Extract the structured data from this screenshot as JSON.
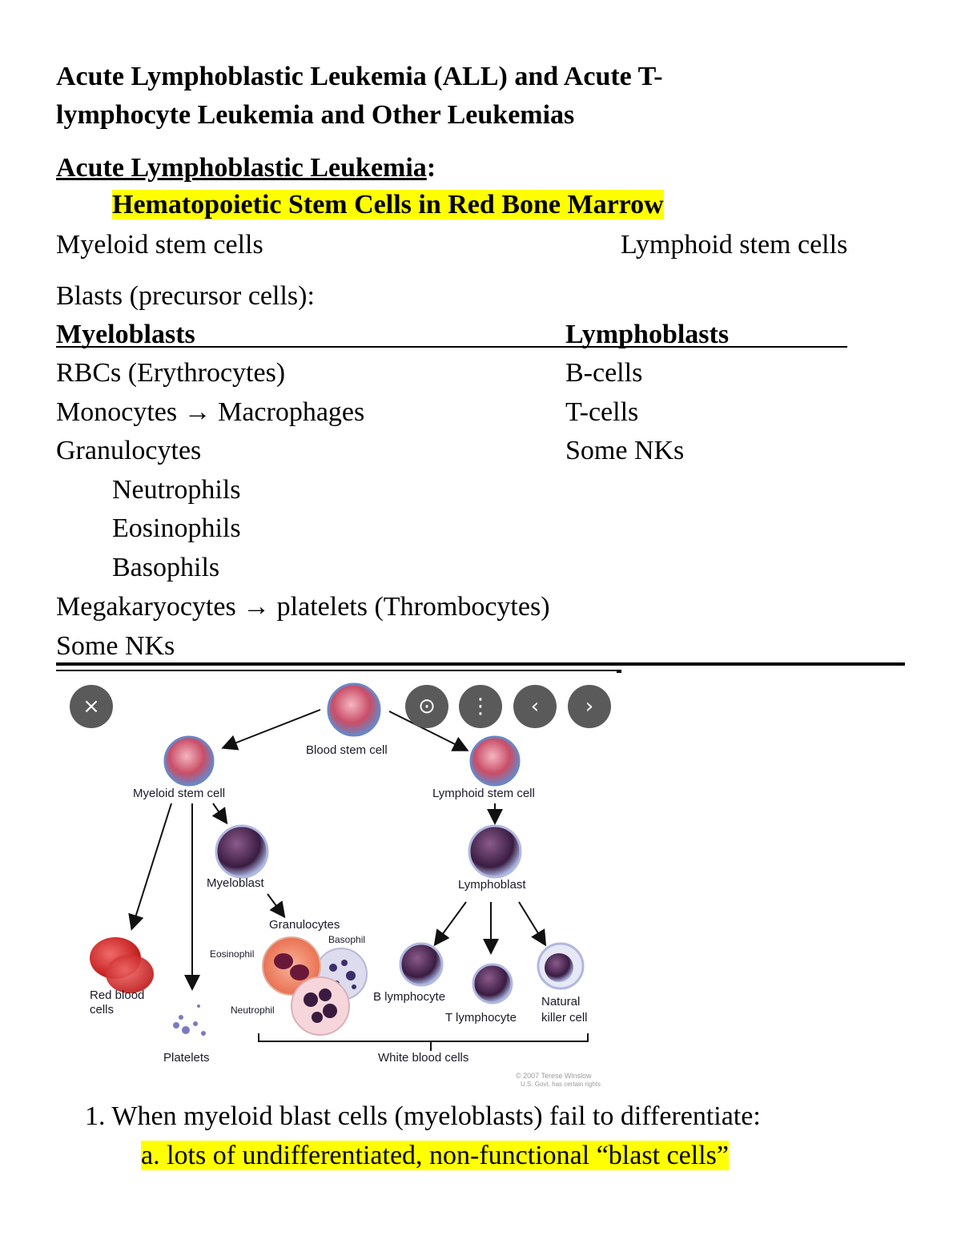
{
  "doc": {
    "title_line1": "Acute Lymphoblastic Leukemia (ALL) and Acute T-",
    "title_line2": "lymphocyte Leukemia and Other Leukemias",
    "section_heading": "Acute Lymphoblastic Leukemia",
    "section_heading_colon": ":",
    "highlight_heading": "Hematopoietic Stem Cells in Red Bone Marrow",
    "myeloid_stem": "Myeloid stem cells",
    "lymphoid_stem": "Lymphoid stem cells",
    "blasts_label": "Blasts (precursor cells):",
    "myeloblasts_header": "Myeloblasts",
    "lymphoblasts_header": "Lymphoblasts",
    "myeloid_items": [
      "RBCs (Erythrocytes)",
      "Monocytes → Macrophages",
      "Granulocytes",
      "Neutrophils",
      "Eosinophils",
      "Basophils",
      "Megakaryocytes → platelets (Thrombocytes)",
      "Some NKs"
    ],
    "lymphoid_items": [
      "B-cells",
      "T-cells",
      "Some NKs"
    ],
    "numbered_item": "1. When myeloid blast cells (myeloblasts) fail to differentiate:",
    "sub_item": "a. lots of undifferentiated, non-functional “blast cells”"
  },
  "figure": {
    "toolbar": {
      "close": "×",
      "lens": "⊙",
      "more": "⋮",
      "prev": "‹",
      "next": "›"
    },
    "labels": {
      "blood_stem_cell": "Blood stem cell",
      "myeloid_stem_cell": "Myeloid stem cell",
      "lymphoid_stem_cell": "Lymphoid stem cell",
      "myeloblast": "Myeloblast",
      "lymphoblast": "Lymphoblast",
      "granulocytes": "Granulocytes",
      "basophil": "Basophil",
      "eosinophil": "Eosinophil",
      "neutrophil": "Neutrophil",
      "red_blood_cells_1": "Red blood",
      "red_blood_cells_2": "cells",
      "platelets": "Platelets",
      "b_lymphocyte": "B lymphocyte",
      "t_lymphocyte": "T lymphocyte",
      "natural_1": "Natural",
      "natural_2": "killer cell",
      "white_blood_cells": "White blood cells",
      "copyright_1": "© 2007 Terese Winslow",
      "copyright_2": "U.S. Govt. has certain rights"
    }
  }
}
